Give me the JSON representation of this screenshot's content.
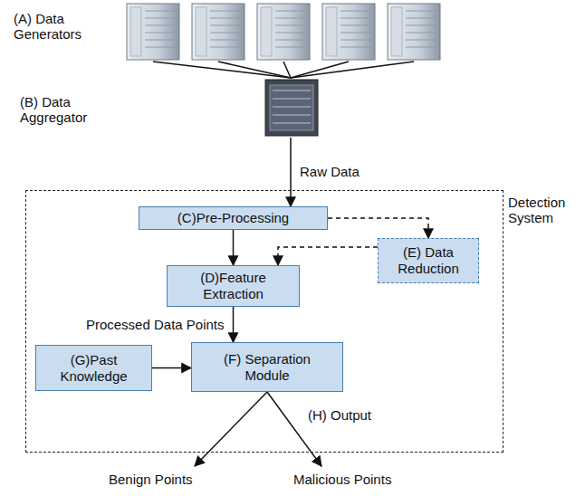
{
  "diagram": {
    "nodes": [
      {
        "text": [
          "(A) Data Generators"
        ]
      },
      {
        "text": [
          "(B) Data Aggregator"
        ]
      },
      {
        "text": [
          "Detection System"
        ]
      },
      {
        "text": [
          "(C)Pre-Processing"
        ],
        "in": 2
      },
      {
        "text": [
          "(E) Data Reduction"
        ],
        "in": 2
      },
      {
        "text": [
          "(D)Feature Extraction"
        ],
        "in": 2
      },
      {
        "text": [
          "(G)Past Knowledge"
        ],
        "in": 2
      },
      {
        "text": [
          "(F) Separation Module"
        ],
        "in": 2
      }
    ],
    "edges": [
      {
        "from": 0,
        "to": 1,
        "arrow": "none"
      },
      {
        "from": 1,
        "to": 3,
        "label": "Raw Data",
        "arrow": "to"
      },
      {
        "from": 3,
        "to": 4,
        "arrow": "to"
      },
      {
        "from": 4,
        "to": 5,
        "arrow": "to"
      },
      {
        "from": 3,
        "to": 5,
        "arrow": "to"
      },
      {
        "from": 5,
        "to": 7,
        "label": "Processed Data Points",
        "arrow": "to"
      },
      {
        "from": 6,
        "to": 7,
        "arrow": "to"
      }
    ],
    "labels": [
      "(H) Output",
      "Benign Points",
      "Malicious Points"
    ]
  }
}
